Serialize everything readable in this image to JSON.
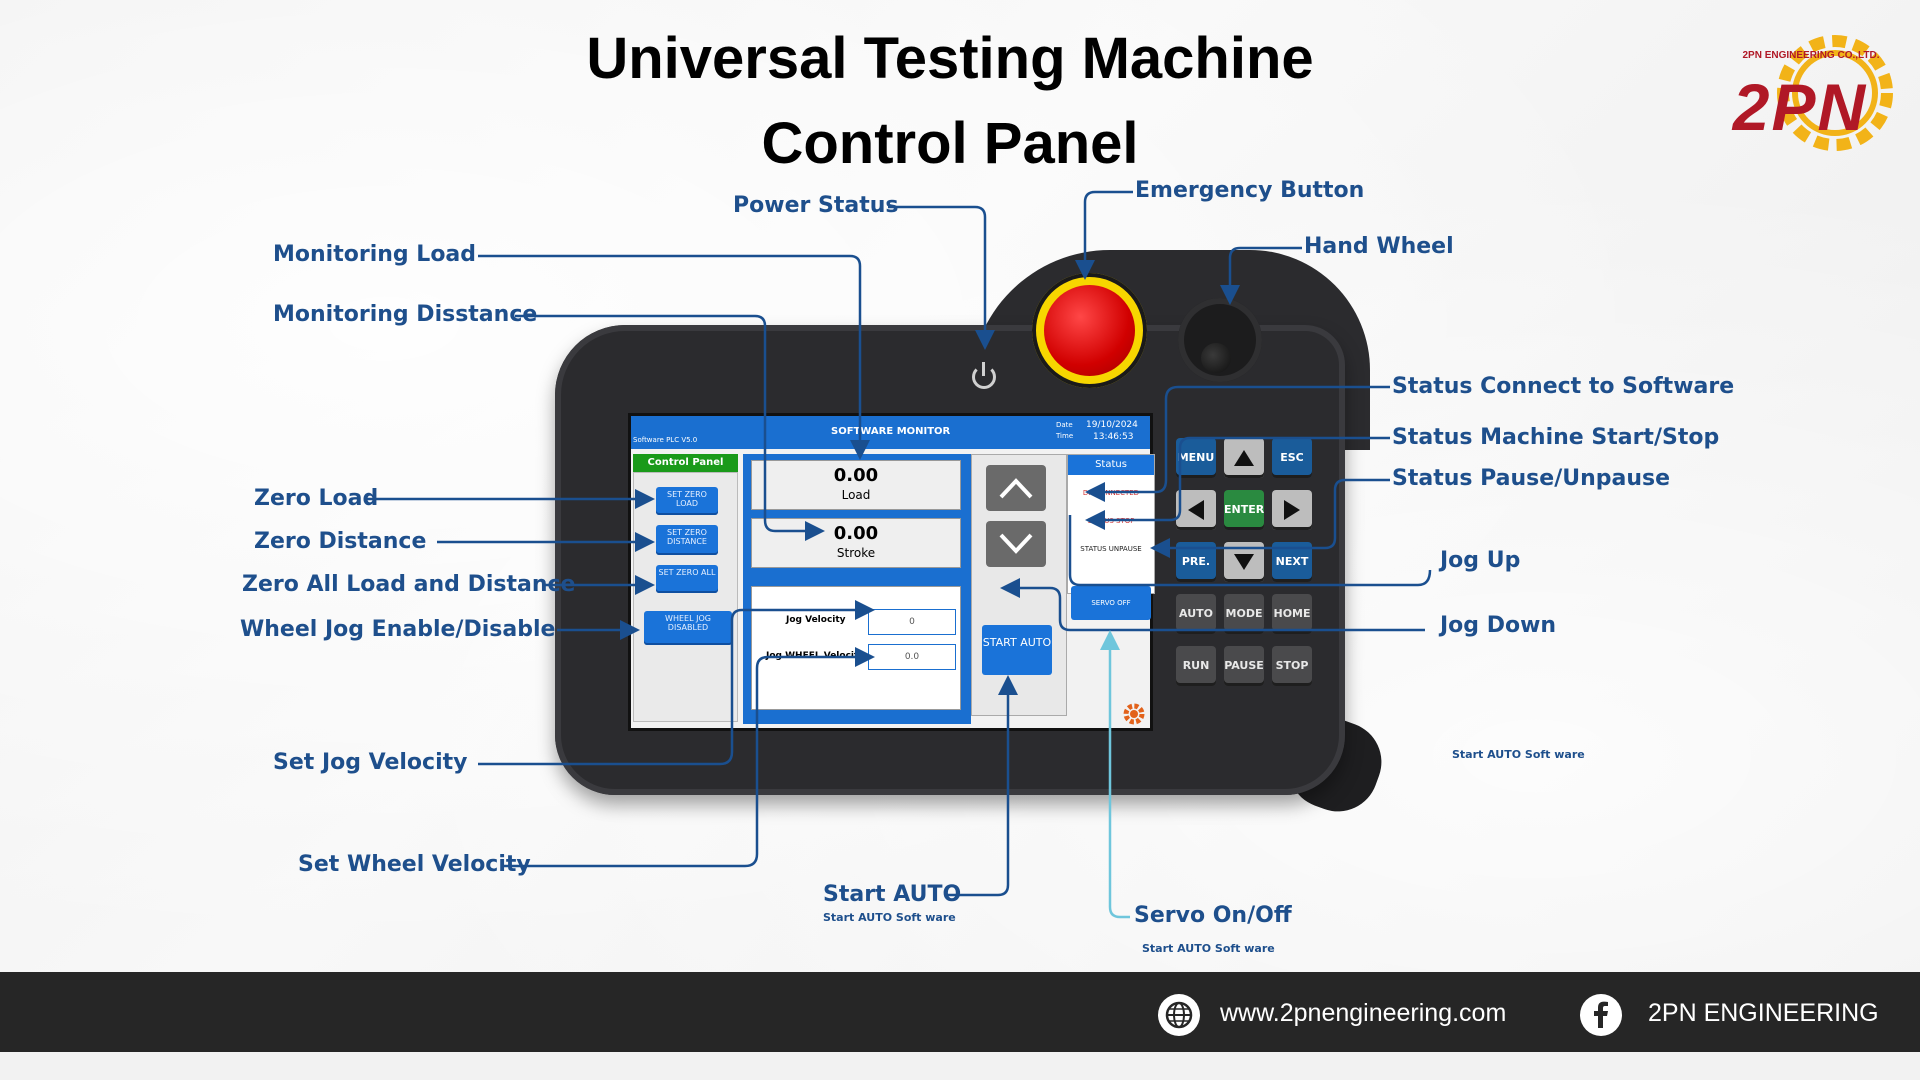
{
  "title": {
    "line1": "Universal Testing Machine",
    "line2": "Control Panel"
  },
  "logo": {
    "text": "2PN",
    "subtitle": "2PN ENGINEERING CO.,LTD."
  },
  "labels": {
    "power_status": "Power Status",
    "emergency_button": "Emergency Button",
    "hand_wheel": "Hand Wheel",
    "monitoring_load": "Monitoring Load",
    "monitoring_distance": "Monitoring Disstance",
    "zero_load": "Zero Load",
    "zero_distance": "Zero Distance",
    "zero_all": "Zero All Load and Distance",
    "wheel_jog": "Wheel Jog Enable/Disable",
    "set_jog_velocity": "Set Jog Velocity",
    "set_wheel_velocity": "Set Wheel Velocity",
    "start_auto": "Start AUTO",
    "start_auto_sub": "Start AUTO Soft ware",
    "servo_onoff": "Servo On/Off",
    "servo_sub": "Start AUTO Soft ware",
    "status_connect": "Status Connect to Software",
    "status_machine": "Status Machine Start/Stop",
    "status_pause": "Status Pause/Unpause",
    "jog_up": "Jog Up",
    "jog_down": "Jog Down",
    "right_stray_sub": "Start AUTO Soft ware"
  },
  "screen": {
    "software_version": "Software PLC V5.0",
    "title": "SOFTWARE MONITOR",
    "date_label": "Date",
    "date_value": "19/10/2024",
    "time_label": "Time",
    "time_value": "13:46:53",
    "control_panel_header": "Control Panel",
    "buttons": {
      "set_zero_load": "SET ZERO LOAD",
      "set_zero_distance": "SET ZERO DISTANCE",
      "set_zero_all": "SET ZERO ALL",
      "wheel_jog": "WHEEL JOG DISABLED"
    },
    "load": {
      "value": "0.00",
      "unit": "Load"
    },
    "stroke": {
      "value": "0.00",
      "unit": "Stroke"
    },
    "jog_velocity": {
      "label": "Jog Velocity",
      "value": "0"
    },
    "jog_wheel_velocity": {
      "label": "Jog WHEEL Velocity",
      "value": "0.0"
    },
    "start_auto_button": "START AUTO",
    "status": {
      "header": "Status",
      "disconnected": "DISCONNECTED",
      "status_stop": "STATUS STOP",
      "status_unpause": "STATUS UNPAUSE"
    },
    "servo_off": "SERVO OFF"
  },
  "keypad": {
    "menu": "MENU",
    "esc": "ESC",
    "enter": "ENTER",
    "pre": "PRE.",
    "next": "NEXT",
    "auto": "AUTO",
    "mode": "MODE",
    "home": "HOME",
    "run": "RUN",
    "pause": "PAUSE",
    "stop": "STOP"
  },
  "footer": {
    "website": "www.2pnengineering.com",
    "facebook": "2PN ENGINEERING"
  },
  "colors": {
    "label": "#1e4f8c",
    "line": "#1a4f8f",
    "line_light": "#6fc6dc",
    "screen_blue": "#1a6fd0",
    "estop_red": "#d10000",
    "estop_yellow": "#f7d600",
    "footer_bg": "#262626",
    "logo_red": "#b01826",
    "logo_gold": "#f2b318"
  },
  "icons": [
    "power-icon",
    "globe-icon",
    "facebook-icon",
    "gear-icon",
    "arrow-up-icon",
    "arrow-down-icon",
    "arrow-left-icon",
    "arrow-right-icon"
  ]
}
